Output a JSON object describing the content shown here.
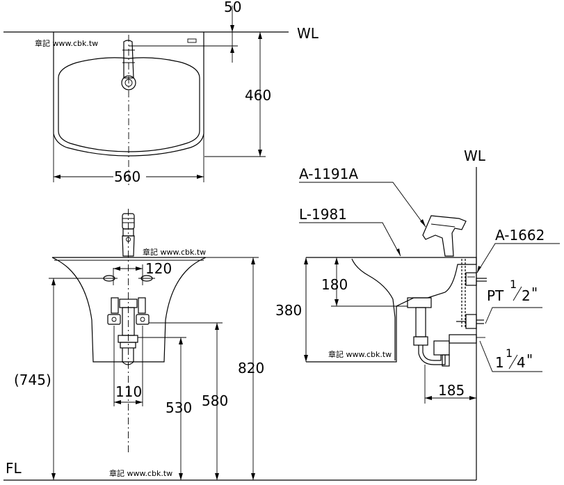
{
  "labels": {
    "wl_top": "WL",
    "wl_side": "WL",
    "fl": "FL",
    "faucet_model": "A-1191A",
    "basin_model": "L-1981",
    "valve_model": "A-1662",
    "pt_prefix": "PT",
    "pt_num": "1",
    "pt_den": "2",
    "pt_quote": "\"",
    "drain_whole": "1",
    "drain_num": "1",
    "drain_den": "4",
    "drain_quote": "\""
  },
  "dimensions": {
    "top_offset": "50",
    "depth": "460",
    "width": "560",
    "hole_spacing": "120",
    "supply_spacing": "110",
    "mount_height": "(745)",
    "overall_height": "820",
    "supply_height": "530",
    "drain_height": "580",
    "bowl_depth": "180",
    "front_height": "380",
    "wall_to_drain": "185"
  },
  "watermarks": [
    "章記 www.cbk.tw",
    "章記 www.cbk.tw",
    "章記 www.cbk.tw",
    "章記 www.cbk.tw"
  ]
}
